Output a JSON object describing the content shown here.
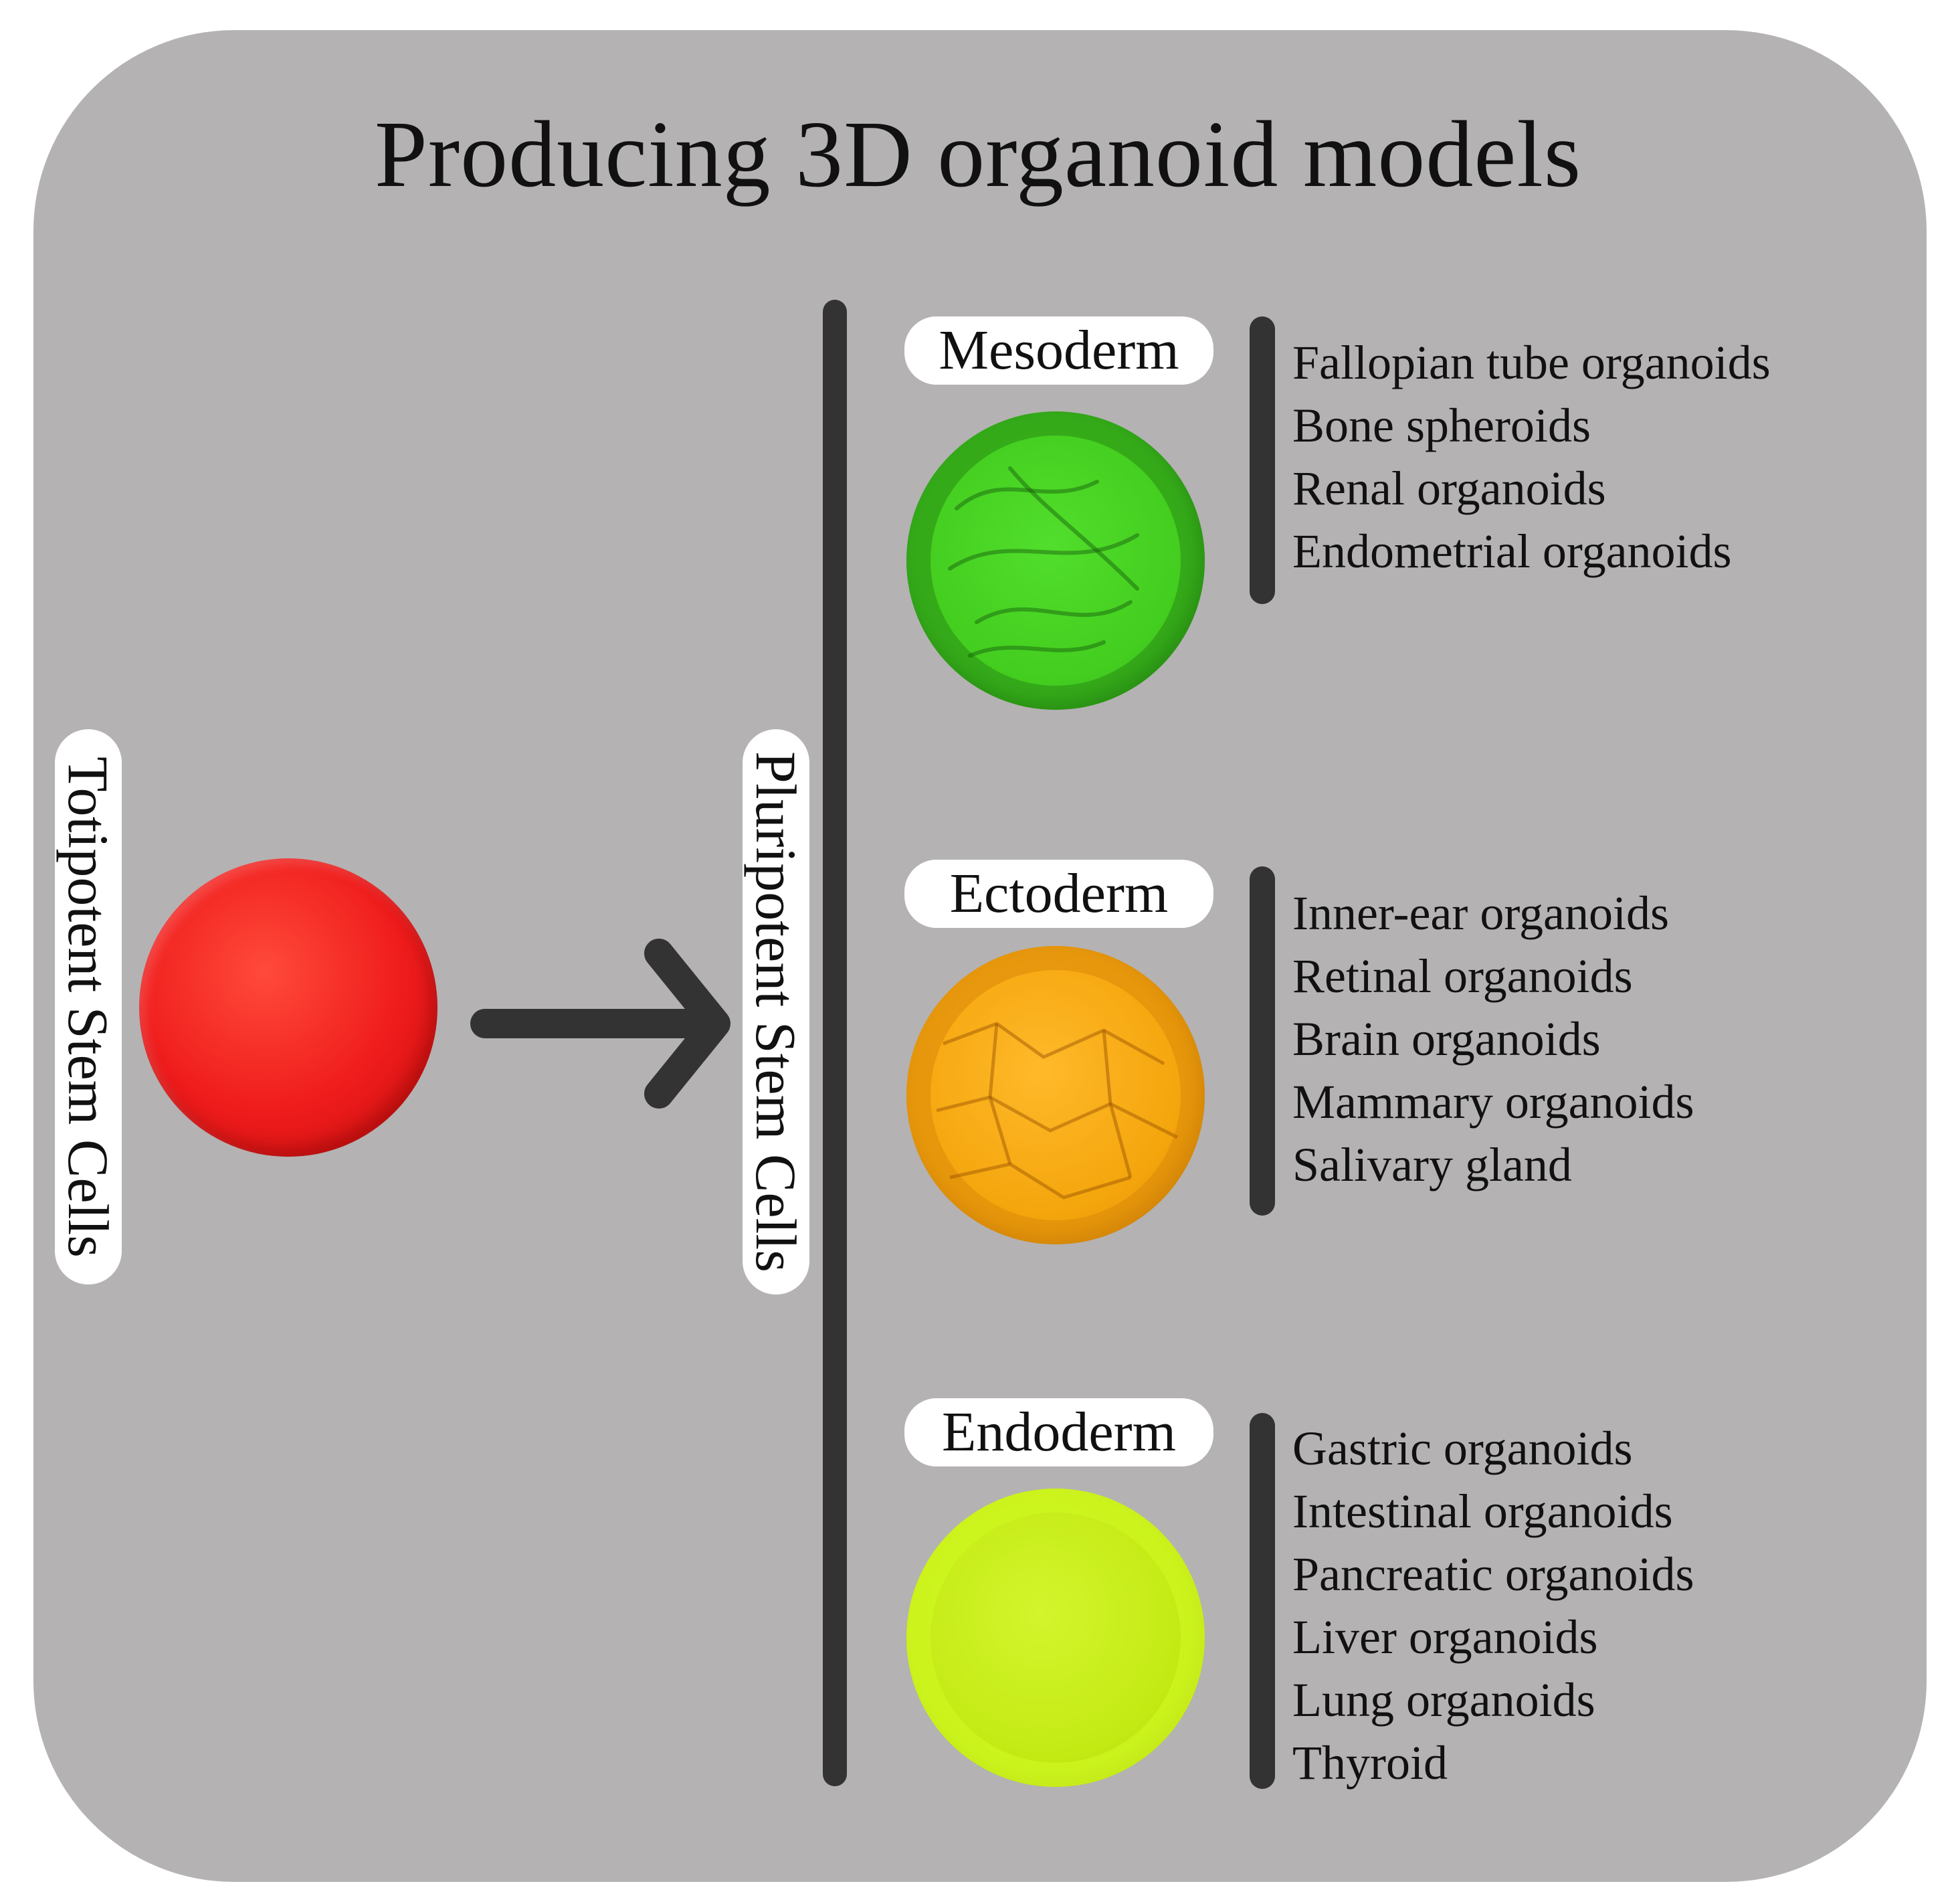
{
  "title": "Producing 3D organoid models",
  "totipotent_label": "Totipotent Stem Cells",
  "pluripotent_label": "Pluripotent Stem Cells",
  "colors": {
    "totipotent": "#ee1c1c",
    "mesoderm": "#3fc81e",
    "ectoderm": "#f1a30a",
    "endoderm": "#c4ec12",
    "background": "#b4b2b3",
    "line": "#333333"
  },
  "layers": [
    {
      "name": "Mesoderm",
      "items": [
        "Fallopian tube organoids",
        "Bone spheroids",
        "Renal organoids",
        "Endometrial organoids"
      ]
    },
    {
      "name": "Ectoderm",
      "items": [
        "Inner-ear organoids",
        "Retinal organoids",
        "Brain organoids",
        "Mammary organoids",
        "Salivary gland"
      ]
    },
    {
      "name": "Endoderm",
      "items": [
        "Gastric organoids",
        "Intestinal organoids",
        "Pancreatic organoids",
        "Liver organoids",
        "Lung organoids",
        "Thyroid"
      ]
    }
  ]
}
